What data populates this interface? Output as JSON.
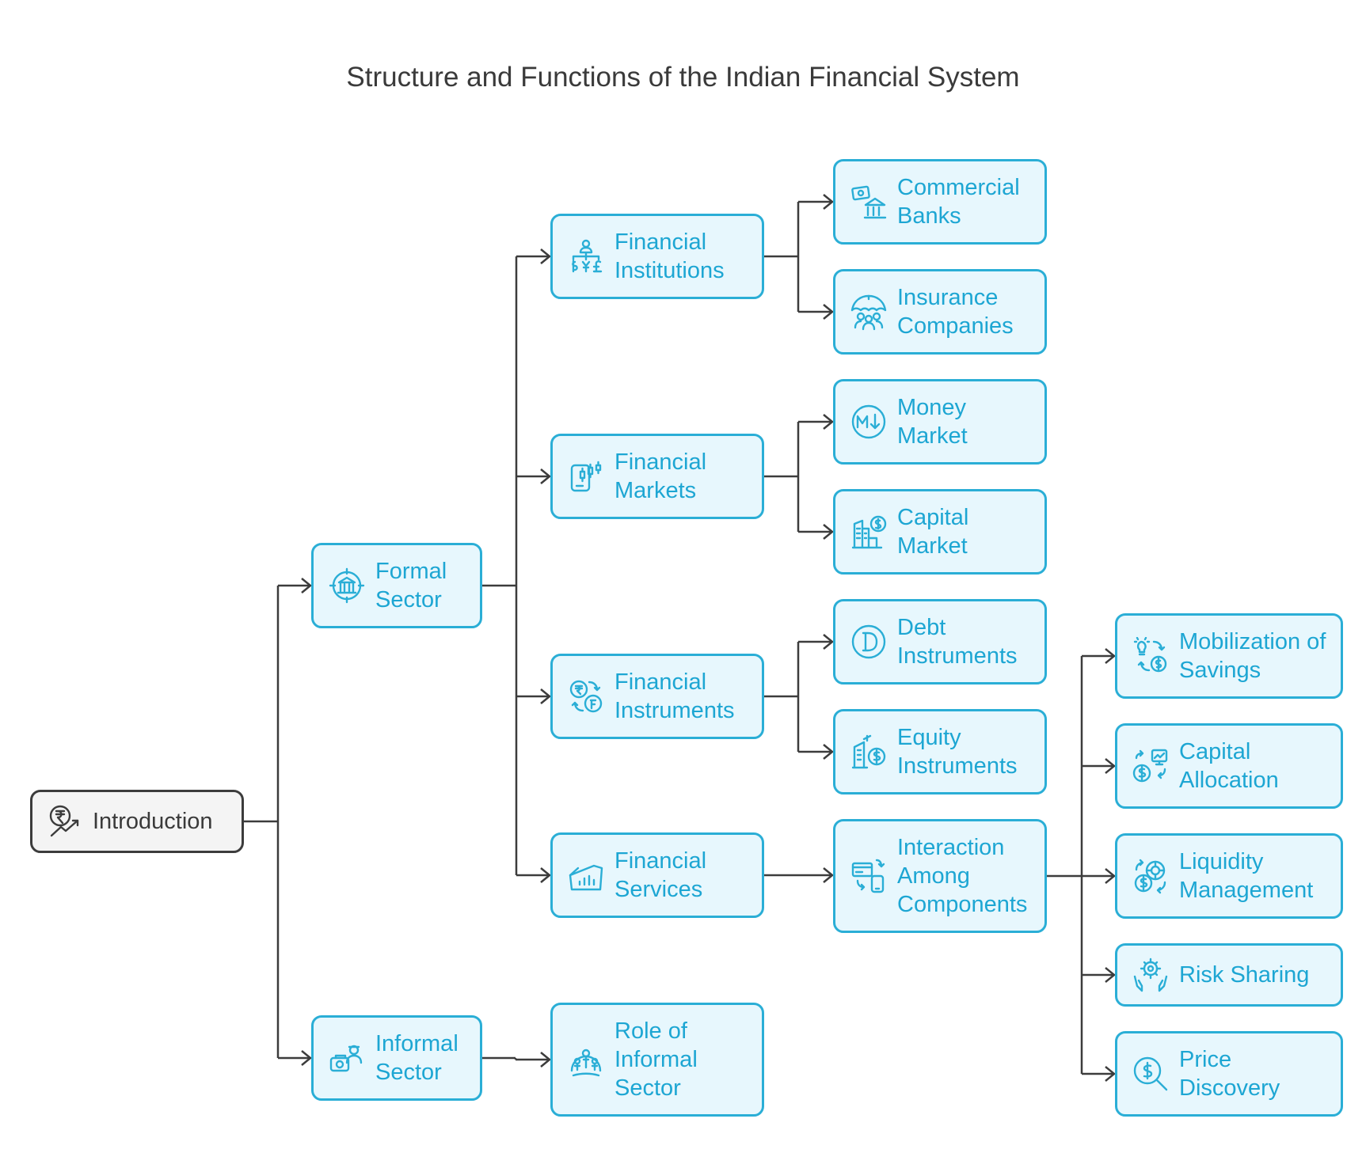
{
  "title": "Structure and Functions of the Indian Financial System",
  "colors": {
    "node_fill": "#e7f7fd",
    "node_border": "#2aaed6",
    "node_text": "#1da6d3",
    "root_fill": "#f4f4f4",
    "root_border": "#3c3c3c",
    "line": "#3c3c3c"
  },
  "nodes": [
    {
      "id": "introduction",
      "label": "Introduction",
      "icon": "rupee-growth-icon"
    },
    {
      "id": "formal",
      "label": "Formal Sector",
      "icon": "bank-target-icon"
    },
    {
      "id": "informal",
      "label": "Informal Sector",
      "icon": "person-cash-icon"
    },
    {
      "id": "institutions",
      "label": "Financial Institutions",
      "icon": "currency-hierarchy-icon"
    },
    {
      "id": "markets",
      "label": "Financial Markets",
      "icon": "mobile-trading-icon"
    },
    {
      "id": "instruments",
      "label": "Financial Instruments",
      "icon": "currency-exchange-icon"
    },
    {
      "id": "services",
      "label": "Financial Services",
      "icon": "wallet-chart-icon"
    },
    {
      "id": "role_informal",
      "label": "Role of Informal Sector",
      "icon": "community-money-icon"
    },
    {
      "id": "commercial_banks",
      "label": "Commercial Banks",
      "icon": "bank-cash-icon"
    },
    {
      "id": "insurance",
      "label": "Insurance Companies",
      "icon": "umbrella-people-icon"
    },
    {
      "id": "money_market",
      "label": "Money Market",
      "icon": "money-down-icon"
    },
    {
      "id": "capital_market",
      "label": "Capital Market",
      "icon": "city-dollar-icon"
    },
    {
      "id": "debt",
      "label": "Debt Instruments",
      "icon": "debt-coin-icon"
    },
    {
      "id": "equity",
      "label": "Equity Instruments",
      "icon": "building-dollar-icon"
    },
    {
      "id": "interaction",
      "label": "Interaction Among Components",
      "icon": "card-phone-icon"
    },
    {
      "id": "mobilization",
      "label": "Mobilization of Savings",
      "icon": "idea-savings-icon"
    },
    {
      "id": "allocation",
      "label": "Capital Allocation",
      "icon": "dollar-chart-icon"
    },
    {
      "id": "liquidity",
      "label": "Liquidity Management",
      "icon": "dollar-cycle-icon"
    },
    {
      "id": "risk",
      "label": "Risk Sharing",
      "icon": "hands-gear-icon"
    },
    {
      "id": "price",
      "label": "Price Discovery",
      "icon": "dollar-search-icon"
    }
  ],
  "edges": [
    [
      "introduction",
      "formal"
    ],
    [
      "introduction",
      "informal"
    ],
    [
      "formal",
      "institutions"
    ],
    [
      "formal",
      "markets"
    ],
    [
      "formal",
      "instruments"
    ],
    [
      "formal",
      "services"
    ],
    [
      "informal",
      "role_informal"
    ],
    [
      "institutions",
      "commercial_banks"
    ],
    [
      "institutions",
      "insurance"
    ],
    [
      "markets",
      "money_market"
    ],
    [
      "markets",
      "capital_market"
    ],
    [
      "instruments",
      "debt"
    ],
    [
      "instruments",
      "equity"
    ],
    [
      "services",
      "interaction"
    ],
    [
      "interaction",
      "mobilization"
    ],
    [
      "interaction",
      "allocation"
    ],
    [
      "interaction",
      "liquidity"
    ],
    [
      "interaction",
      "risk"
    ],
    [
      "interaction",
      "price"
    ]
  ]
}
